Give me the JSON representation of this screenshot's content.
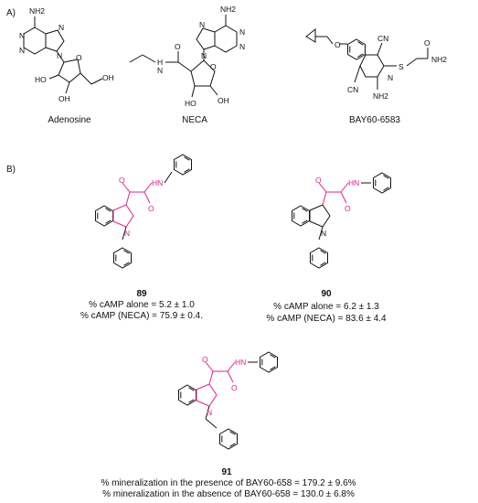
{
  "panels": {
    "a": "A)",
    "b": "B)"
  },
  "compounds": {
    "adenosine": {
      "name": "Adenosine"
    },
    "neca": {
      "name": "NECA"
    },
    "bay": {
      "name": "BAY60-6583"
    },
    "c89": {
      "id": "89",
      "line1": "% cAMP alone = 5.2 ± 1.0",
      "line2": "% cAMP (NECA) = 75.9 ± 0.4."
    },
    "c90": {
      "id": "90",
      "line1": "% cAMP alone = 6.2 ± 1.3",
      "line2": "% cAMP (NECA) = 83.6 ± 4.4"
    },
    "c91": {
      "id": "91",
      "line1": "% mineralization in the presence of BAY60-658 = 179.2 ± 9.6%",
      "line2": "% mineralization in the absence of BAY60-658 = 130.0 ± 6.8%"
    }
  },
  "atoms": {
    "nh2": "NH2",
    "n": "N",
    "o": "O",
    "oh": "OH",
    "ho": "HO",
    "h": "H",
    "hn": "HN",
    "s": "S",
    "cn": "CN",
    "nh": "NH"
  },
  "colors": {
    "magenta": "#e0218a",
    "black": "#111111"
  }
}
